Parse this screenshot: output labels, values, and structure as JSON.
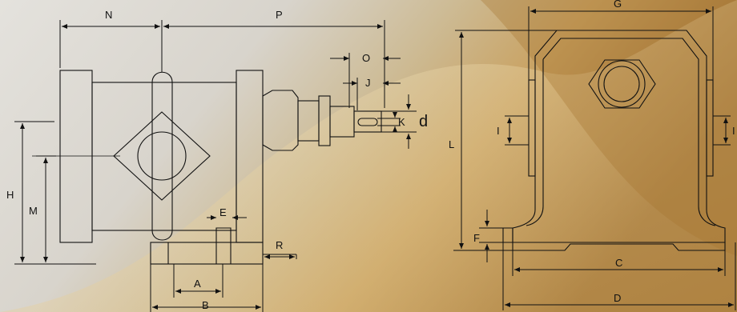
{
  "labels": {
    "N": "N",
    "P": "P",
    "O": "O",
    "J": "J",
    "K": "K",
    "d": "d",
    "H": "H",
    "M": "M",
    "E": "E",
    "R": "R",
    "A": "A",
    "B": "B",
    "G": "G",
    "L": "L",
    "I_left": "I",
    "I_right": "I",
    "F": "F",
    "C": "C",
    "D": "D"
  },
  "colors": {
    "line": "#111111",
    "bg_light": "#e9e7e1",
    "bg_gold": "#d9b46a",
    "bg_dark_gold": "#8a5a24"
  }
}
